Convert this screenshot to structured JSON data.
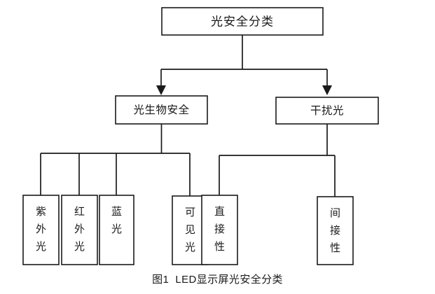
{
  "figure": {
    "caption": "图1  LED显示屏光安全分类",
    "background_color": "#ffffff",
    "line_color": "#1a1a1a",
    "box_fill": "#ffffff"
  },
  "diagram": {
    "type": "tree-hierarchy",
    "root": {
      "label": "光安全分类"
    },
    "level2": [
      {
        "label": "光生物安全"
      },
      {
        "label": "干扰光"
      }
    ],
    "leaves_left": [
      {
        "label": "紫外光",
        "chars": [
          "紫",
          "外",
          "光"
        ]
      },
      {
        "label": "红外光",
        "chars": [
          "红",
          "外",
          "光"
        ]
      },
      {
        "label": "蓝光",
        "chars": [
          "蓝",
          "光"
        ]
      },
      {
        "label": "可见光",
        "chars": [
          "可",
          "见",
          "光"
        ]
      }
    ],
    "leaves_right": [
      {
        "label": "直接性",
        "chars": [
          "直",
          "接",
          "性"
        ]
      },
      {
        "label": "间接性",
        "chars": [
          "间",
          "接",
          "性"
        ]
      }
    ]
  }
}
